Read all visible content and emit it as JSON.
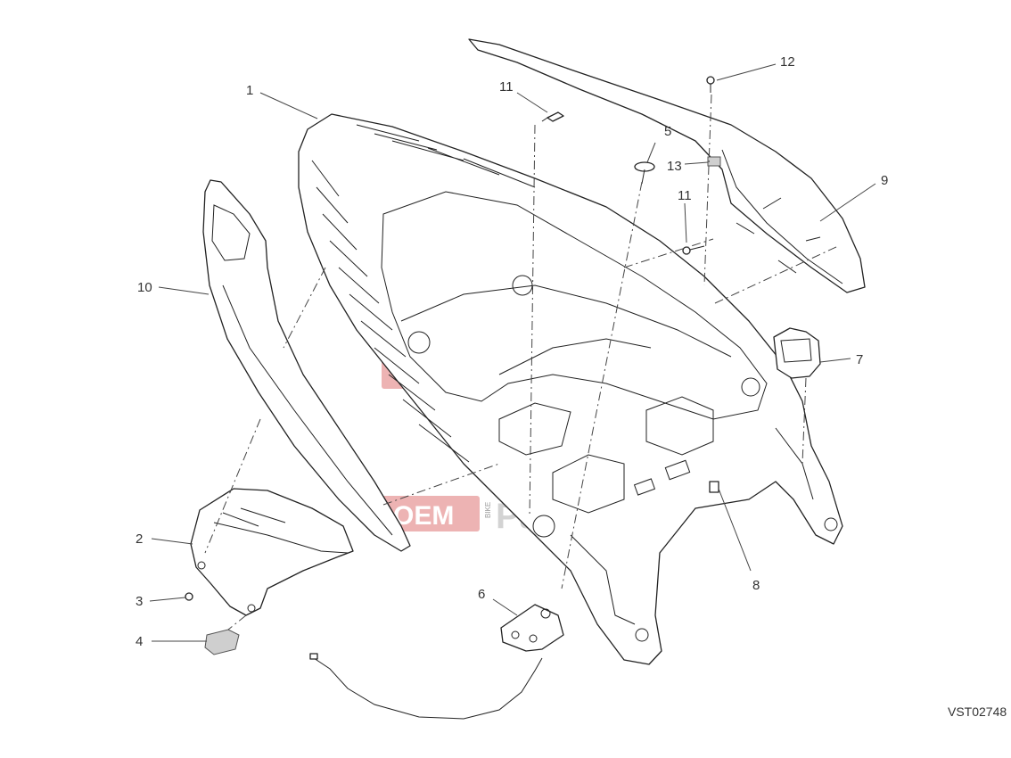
{
  "diagram": {
    "callouts": [
      "1",
      "2",
      "3",
      "4",
      "5",
      "6",
      "7",
      "8",
      "9",
      "10",
      "11",
      "11",
      "12",
      "13"
    ],
    "drawing_code": "VST02748",
    "watermark": {
      "brand": "OEM",
      "sub": "BIKE",
      "word": "Parts"
    }
  },
  "colors": {
    "line": "#222222",
    "watermark": "#e79a9a",
    "background": "#ffffff"
  }
}
